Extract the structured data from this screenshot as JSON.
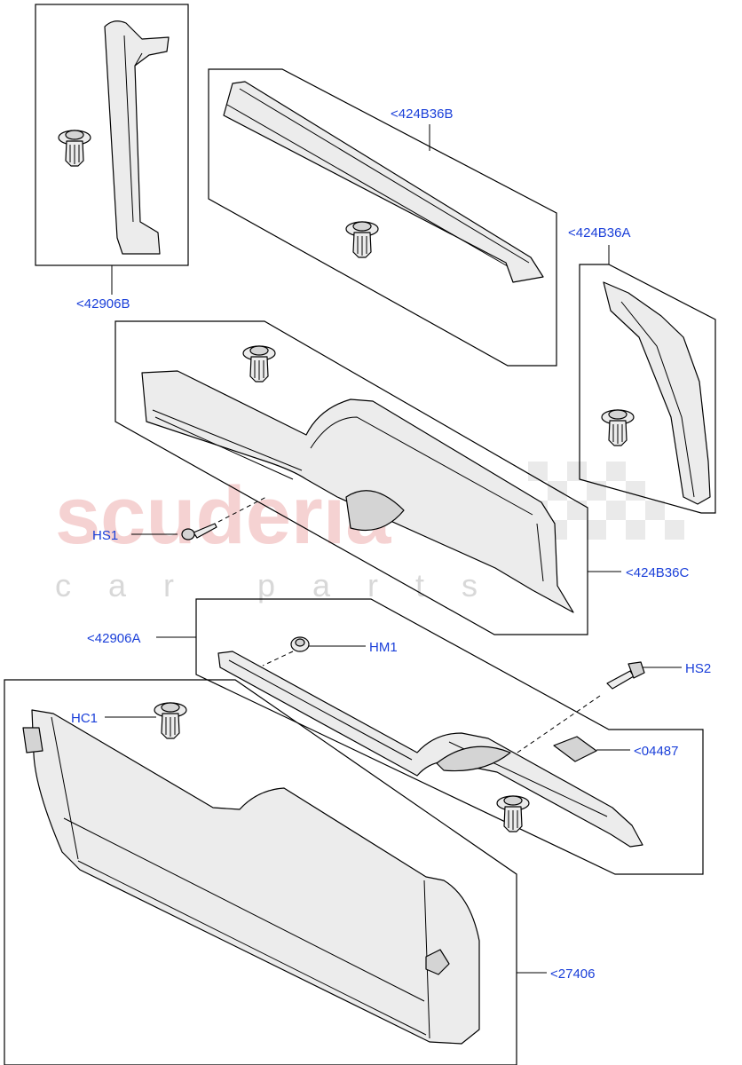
{
  "watermark": {
    "main": "scuderia",
    "sub": "car parts"
  },
  "callouts": {
    "c42906B": "<42906B",
    "c424B36B": "<424B36B",
    "c424B36A": "<424B36A",
    "c424B36C": "<424B36C",
    "c42906A": "<42906A",
    "cHS1": "HS1",
    "cHM1": "HM1",
    "cHS2": "HS2",
    "cHC1": "HC1",
    "c04487": "<04487",
    "c27406": "<27406"
  },
  "colors": {
    "callout": "#1a3fd9",
    "watermark_main": "#f2c4c4",
    "watermark_sub": "#cfcfcf"
  }
}
